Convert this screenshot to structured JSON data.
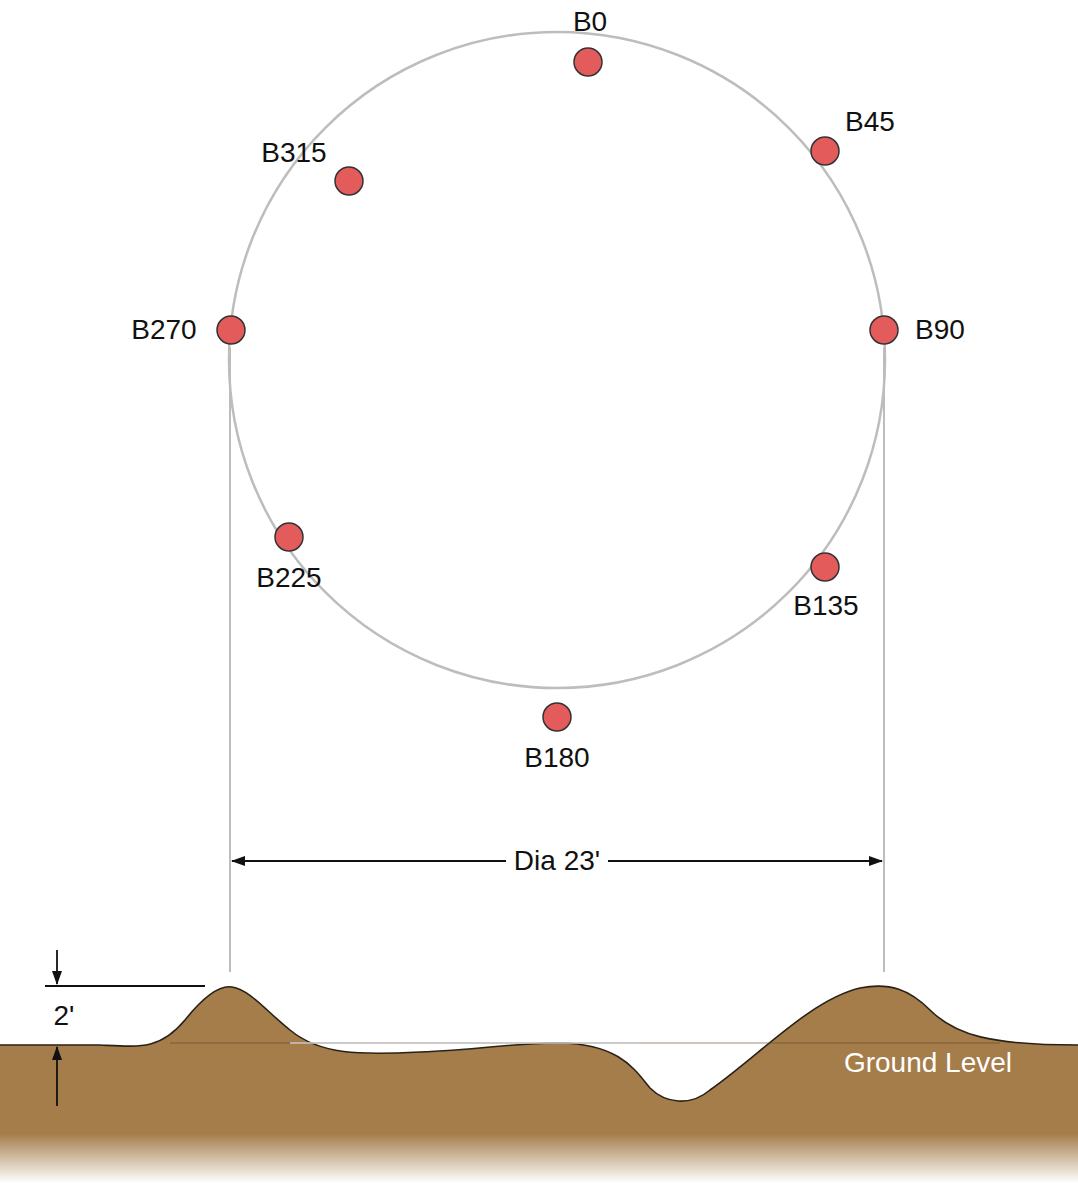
{
  "diagram": {
    "labels": [
      "B0",
      "B45",
      "B90",
      "B135",
      "B180",
      "B225",
      "B270",
      "B315",
      "Dia 23'",
      "2'",
      "Ground Level"
    ]
  }
}
